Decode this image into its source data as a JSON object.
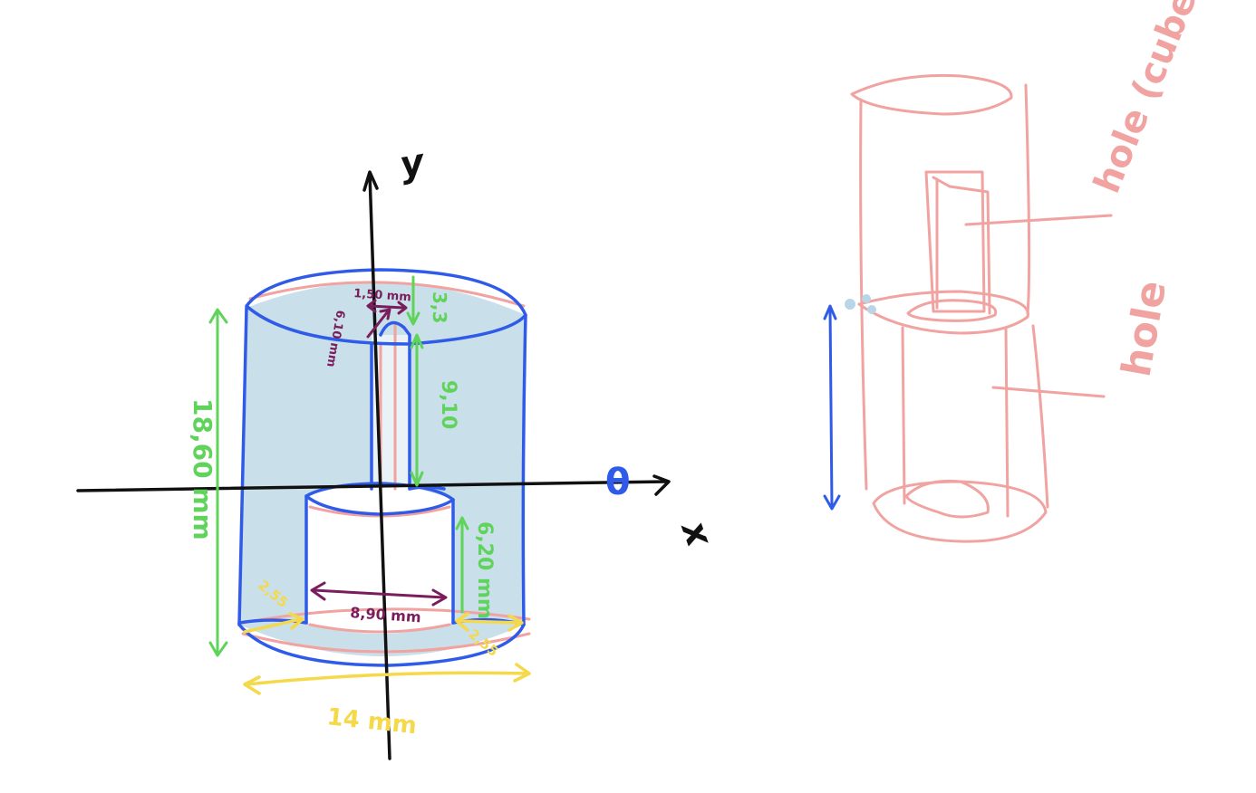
{
  "colors": {
    "axis": "#111111",
    "body_outline": "#2f5be8",
    "body_fill": "#c9dfe9",
    "sketch": "#f0a3a0",
    "height_dim": "#5fd35a",
    "width_dim": "#f5d94a",
    "small_dim": "#7a1d5c",
    "dot": "#b8d6e8"
  },
  "axes": {
    "y_label": "y",
    "x_label": "x",
    "theta_label": "θ"
  },
  "dimensions": {
    "total_height": "18,60 mm",
    "width": "14 mm",
    "upper_depth": "3,3",
    "slot_height": "9,10",
    "inner_height": "6,20 mm",
    "inner_diameter": "8,90 mm",
    "slot_width": "1,50 mm",
    "slot_depth": "6,10 mm",
    "wall_left": "2,55",
    "wall_right": "2,55"
  },
  "sketch_labels": {
    "hole_cube": "hole (cube)",
    "hole": "hole"
  }
}
